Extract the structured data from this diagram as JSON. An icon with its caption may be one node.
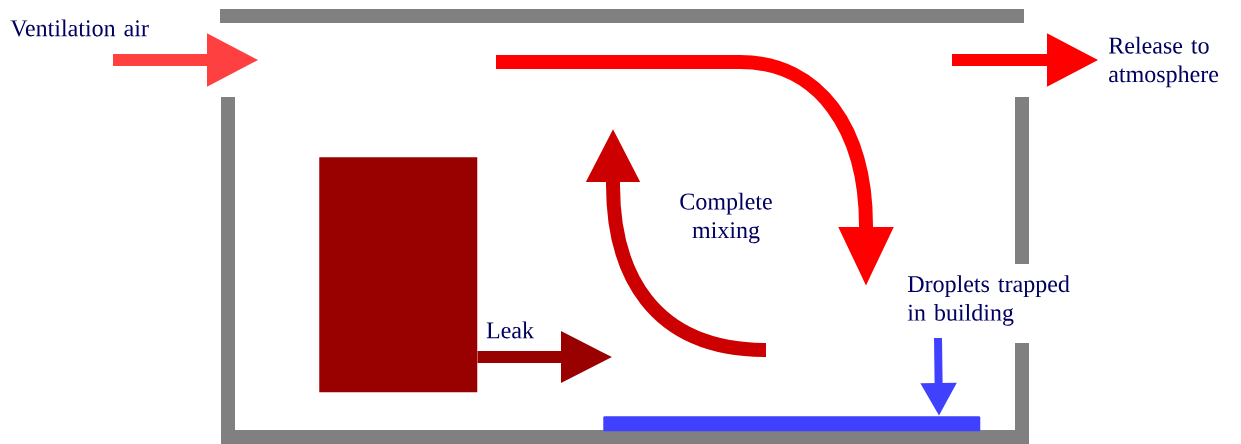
{
  "diagram": {
    "nodes": [
      {
        "text": [],
        "shape": "box"
      },
      {
        "text": [
          "Droplets trapped in building"
        ]
      },
      {
        "text": [],
        "shape": "bar"
      }
    ],
    "edges": [
      {
        "from": 0,
        "to": null,
        "arrow": "to",
        "label": "Leak"
      },
      {
        "from": 1,
        "to": 2,
        "arrow": "to",
        "color": "#4040ff"
      }
    ],
    "labels": [
      "Ventilation air",
      "Release to atmosphere",
      "Complete mixing"
    ]
  }
}
